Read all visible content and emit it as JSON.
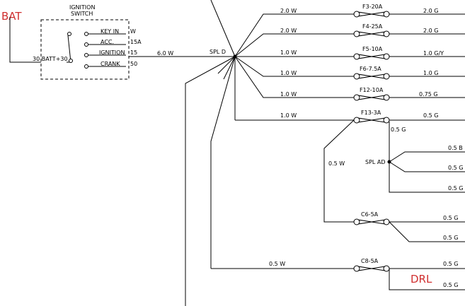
{
  "annotations": {
    "bat": "BAT",
    "drl": "DRL"
  },
  "switch": {
    "title_line1": "IGNITION",
    "title_line2": "SWITCH",
    "positions": [
      "KEY IN",
      "ACC.",
      "IGNITION",
      "CRANK"
    ],
    "terminals": [
      "W",
      "15A",
      "15",
      "50"
    ],
    "input_label": "30 BATT+30",
    "input_terminal": "30"
  },
  "main_wire": {
    "label": "6.0 W",
    "splice": "SPL D"
  },
  "fuses": [
    {
      "name": "F3-20A",
      "in_wire": "2.0 W",
      "out_wire": "2.0 G"
    },
    {
      "name": "F4-25A",
      "in_wire": "2.0 W",
      "out_wire": "2.0 G"
    },
    {
      "name": "F5-10A",
      "in_wire": "1.0 W",
      "out_wire": "1.0 G/Y"
    },
    {
      "name": "F6-7.5A",
      "in_wire": "1.0 W",
      "out_wire": "1.0 G"
    },
    {
      "name": "F12-10A",
      "in_wire": "1.0 W",
      "out_wire": "0.75 G"
    },
    {
      "name": "F13-3A",
      "in_wire": "1.0 W",
      "out_wire": "0.5 G"
    }
  ],
  "branch": {
    "wire_label": "0.5 W",
    "f13_down_label": "0.5 G",
    "splice": "SPL AD",
    "splice_outputs": [
      "0.5 B",
      "0.5 G",
      "0.5 G"
    ],
    "fuse_c6": {
      "name": "C6-5A",
      "outputs": [
        "0.5 G",
        "0.5 G"
      ]
    },
    "fuse_c8": {
      "name": "C8-5A",
      "in_wire": "0.5 W",
      "outputs": [
        "0.5 G",
        "0.5 G"
      ]
    }
  }
}
